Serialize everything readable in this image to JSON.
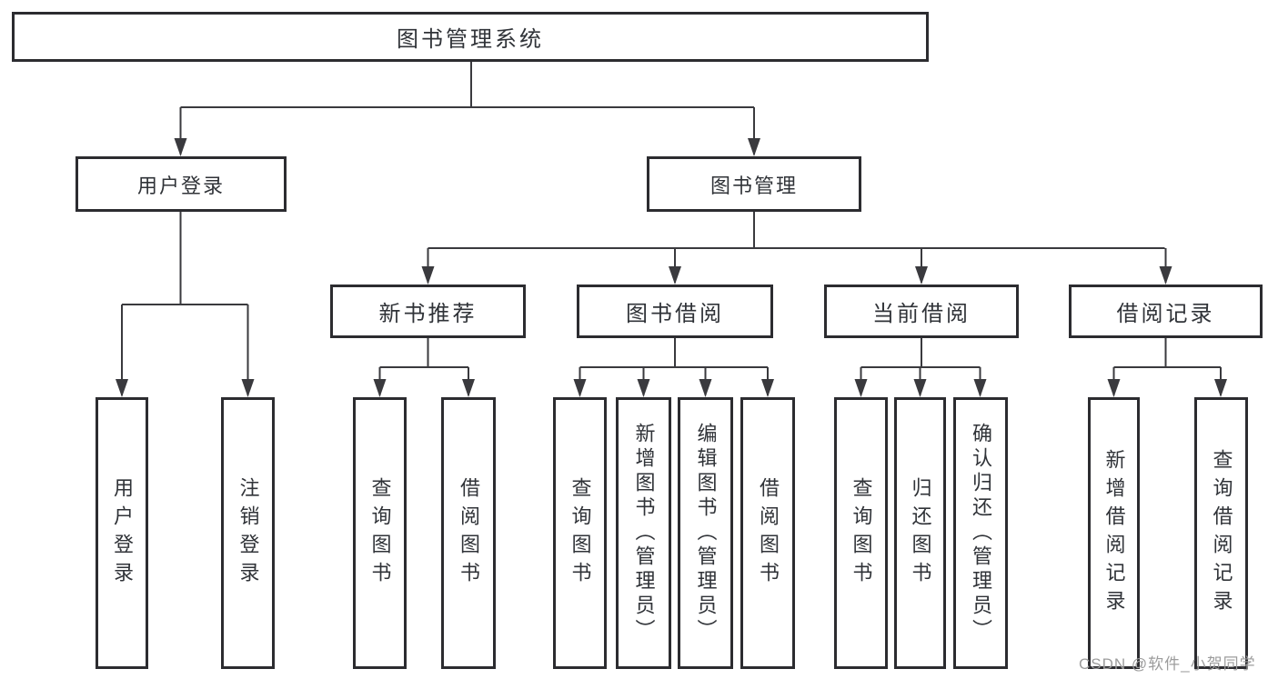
{
  "diagram": {
    "root": "图书管理系统",
    "level1": [
      "用户登录",
      "图书管理"
    ],
    "level2": [
      "新书推荐",
      "图书借阅",
      "当前借阅",
      "借阅记录"
    ],
    "leaves": {
      "user_login_children": [
        "用户登录",
        "注销登录"
      ],
      "new_book_children": [
        "查询图书",
        "借阅图书"
      ],
      "book_borrow_children": [
        "查询图书",
        "新增图书（管理员）",
        "编辑图书（管理员）",
        "借阅图书"
      ],
      "current_borrow_children": [
        "查询图书",
        "归还图书",
        "确认归还（管理员）"
      ],
      "record_children": [
        "新增借阅记录",
        "查询借阅记录"
      ]
    },
    "watermark": "CSDN @软件_小贺同学",
    "colors": {
      "box_border": "#2c2c30",
      "connector": "#3a3a3e",
      "text": "#303338",
      "watermark": "#9c9c9c",
      "background": "#ffffff"
    }
  }
}
